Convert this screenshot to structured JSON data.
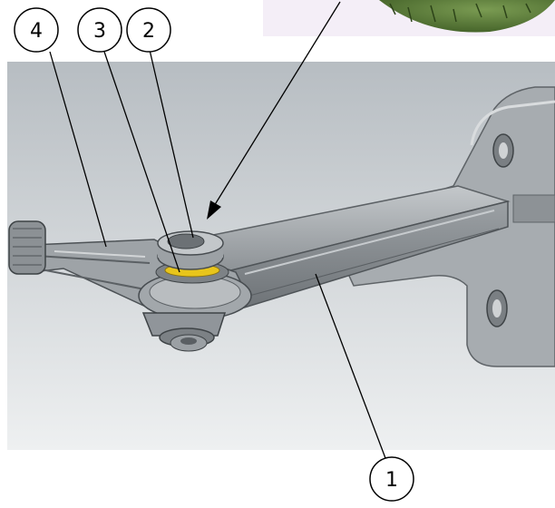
{
  "callouts": [
    {
      "id": "1",
      "label": "1",
      "part": "arm"
    },
    {
      "id": "2",
      "label": "2",
      "part": "pivot-bolt"
    },
    {
      "id": "3",
      "label": "3",
      "part": "washer"
    },
    {
      "id": "4",
      "label": "4",
      "part": "end-link"
    }
  ],
  "colors": {
    "background_top": "#b8bec3",
    "background_bottom": "#eef0f1",
    "metal": "#a9aeb2",
    "metal_dark": "#6f7478",
    "washer": "#e3c21a",
    "grass": "#5c7e3a",
    "leader_line": "#000000"
  }
}
